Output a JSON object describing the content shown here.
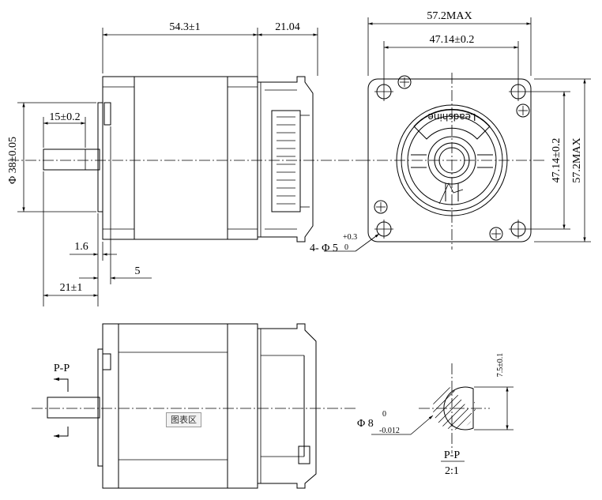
{
  "front_view": {
    "body_length": "54.3±1",
    "connector_length": "21.04",
    "shaft_flat_length": "15±0.2",
    "boss_diameter": "Φ 38±0.05",
    "boss_height": "1.6",
    "shaft_offset": "5",
    "shaft_length": "21±1"
  },
  "end_view": {
    "overall_width": "57.2MAX",
    "hole_spacing_h": "47.14±0.2",
    "hole_spacing_v": "47.14±0.2",
    "overall_height": "57.2MAX",
    "mounting_holes": "4- Φ 5",
    "mounting_holes_upper_tol": "+0.3",
    "mounting_holes_lower_tol": "0",
    "logo_text": "Leadshine"
  },
  "side_view": {
    "section_marker": "P-P"
  },
  "section_view": {
    "shaft_diameter": "Φ 8",
    "shaft_upper_tol": "0",
    "shaft_lower_tol": "-0.012",
    "flat_depth": "7.5±0.1",
    "section_label": "P-P",
    "scale": "2:1"
  },
  "watermark": "图表区"
}
